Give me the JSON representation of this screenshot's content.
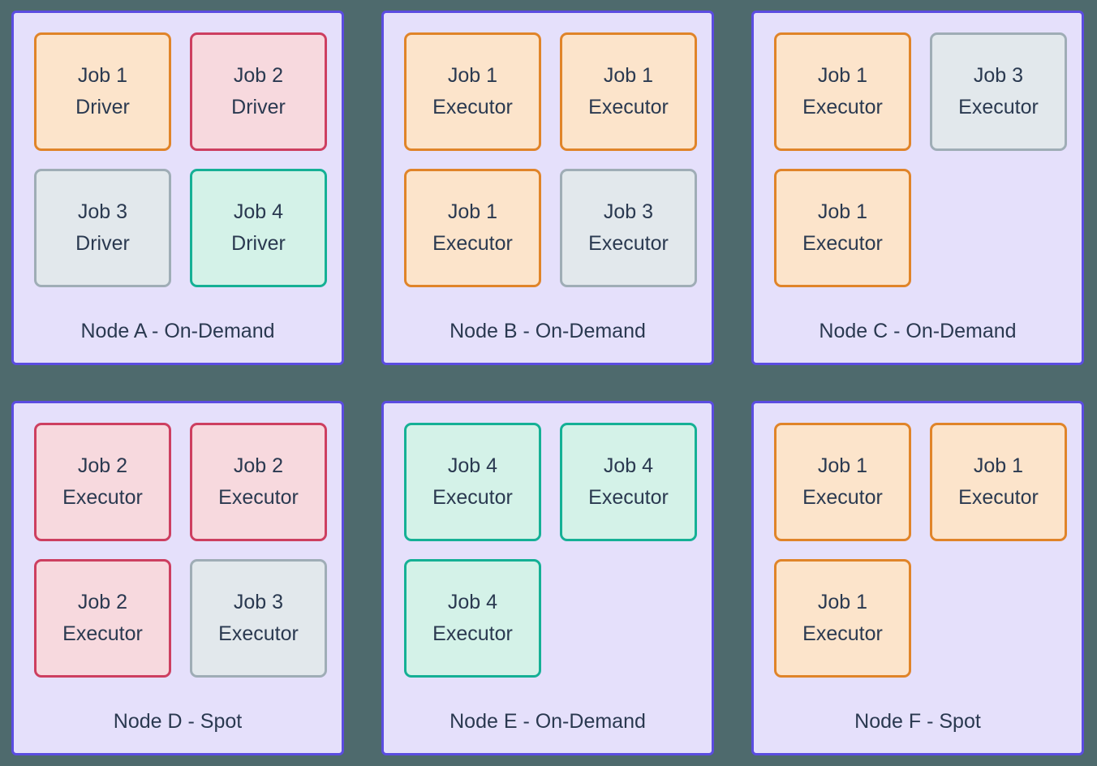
{
  "colors": {
    "background": "#4e6a6d",
    "node_background": "#e5e0fb",
    "node_border": "#5b4ce0",
    "text": "#2a3950",
    "job_types": {
      "job1": {
        "background": "#fce4cb",
        "border": "#e08429"
      },
      "job2": {
        "background": "#f7d9de",
        "border": "#cd3f60"
      },
      "job3": {
        "background": "#e2e8ec",
        "border": "#9fadb6"
      },
      "job4": {
        "background": "#d4f2e8",
        "border": "#15b095"
      }
    }
  },
  "nodes": [
    {
      "label": "Node A - On-Demand",
      "jobs": [
        {
          "line1": "Job 1",
          "line2": "Driver",
          "type": "job1"
        },
        {
          "line1": "Job 2",
          "line2": "Driver",
          "type": "job2"
        },
        {
          "line1": "Job 3",
          "line2": "Driver",
          "type": "job3"
        },
        {
          "line1": "Job 4",
          "line2": "Driver",
          "type": "job4"
        }
      ]
    },
    {
      "label": "Node B - On-Demand",
      "jobs": [
        {
          "line1": "Job 1",
          "line2": "Executor",
          "type": "job1"
        },
        {
          "line1": "Job 1",
          "line2": "Executor",
          "type": "job1"
        },
        {
          "line1": "Job 1",
          "line2": "Executor",
          "type": "job1"
        },
        {
          "line1": "Job 3",
          "line2": "Executor",
          "type": "job3"
        }
      ]
    },
    {
      "label": "Node C - On-Demand",
      "jobs": [
        {
          "line1": "Job 1",
          "line2": "Executor",
          "type": "job1"
        },
        {
          "line1": "Job 3",
          "line2": "Executor",
          "type": "job3"
        },
        {
          "line1": "Job 1",
          "line2": "Executor",
          "type": "job1"
        }
      ]
    },
    {
      "label": "Node D - Spot",
      "jobs": [
        {
          "line1": "Job 2",
          "line2": "Executor",
          "type": "job2"
        },
        {
          "line1": "Job 2",
          "line2": "Executor",
          "type": "job2"
        },
        {
          "line1": "Job 2",
          "line2": "Executor",
          "type": "job2"
        },
        {
          "line1": "Job 3",
          "line2": "Executor",
          "type": "job3"
        }
      ]
    },
    {
      "label": "Node E - On-Demand",
      "jobs": [
        {
          "line1": "Job 4",
          "line2": "Executor",
          "type": "job4"
        },
        {
          "line1": "Job 4",
          "line2": "Executor",
          "type": "job4"
        },
        {
          "line1": "Job 4",
          "line2": "Executor",
          "type": "job4"
        }
      ]
    },
    {
      "label": "Node F - Spot",
      "jobs": [
        {
          "line1": "Job 1",
          "line2": "Executor",
          "type": "job1"
        },
        {
          "line1": "Job 1",
          "line2": "Executor",
          "type": "job1"
        },
        {
          "line1": "Job 1",
          "line2": "Executor",
          "type": "job1"
        }
      ]
    }
  ]
}
